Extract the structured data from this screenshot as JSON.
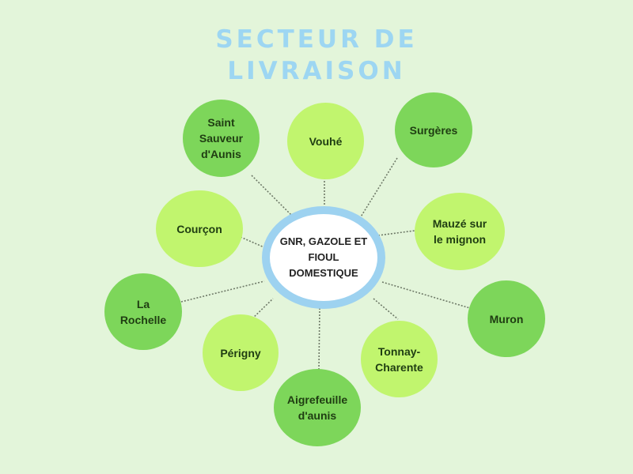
{
  "title": {
    "line1": "SECTEUR DE",
    "line2": "LIVRAISON"
  },
  "center": {
    "label": "GNR, GAZOLE ET FIOUL DOMESTIQUE",
    "colors": {
      "fill": "#ffffff",
      "ring": "#9dd2f0"
    }
  },
  "colors": {
    "background": "#e3f5da",
    "title": "#9dd6f2",
    "node_dark": "#7dd65a",
    "node_light": "#c1f56e",
    "node_text": "#1f3d12",
    "link": "#6f7a68"
  },
  "nodes": [
    {
      "id": "saint-sauveur",
      "label": "Saint Sauveur d'Aunis",
      "tone": "dark"
    },
    {
      "id": "vouhe",
      "label": "Vouhé",
      "tone": "light"
    },
    {
      "id": "surgeres",
      "label": "Surgères",
      "tone": "dark"
    },
    {
      "id": "courcon",
      "label": "Courçon",
      "tone": "light"
    },
    {
      "id": "mauze",
      "label": "Mauzé sur le mignon",
      "tone": "light"
    },
    {
      "id": "la-rochelle",
      "label": "La Rochelle",
      "tone": "dark"
    },
    {
      "id": "muron",
      "label": "Muron",
      "tone": "dark"
    },
    {
      "id": "perigny",
      "label": "Périgny",
      "tone": "light"
    },
    {
      "id": "tonnay-charente",
      "label": "Tonnay-Charente",
      "tone": "light"
    },
    {
      "id": "aigrefeuille",
      "label": "Aigrefeuille d'aunis",
      "tone": "dark"
    }
  ]
}
